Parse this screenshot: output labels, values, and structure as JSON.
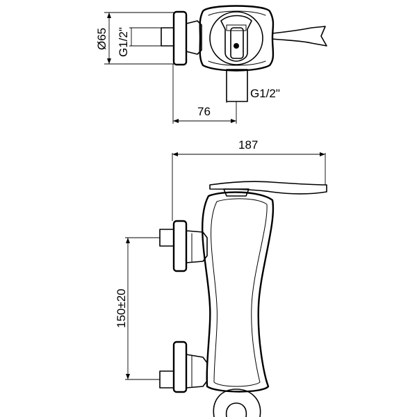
{
  "dimensions": {
    "diameter": "Ø65",
    "thread_left": "G1/2\"",
    "thread_bottom": "G1/2\"",
    "width_76": "76",
    "width_187": "187",
    "center_distance": "150±20"
  },
  "colors": {
    "ink": "#000000",
    "background": "#ffffff"
  }
}
